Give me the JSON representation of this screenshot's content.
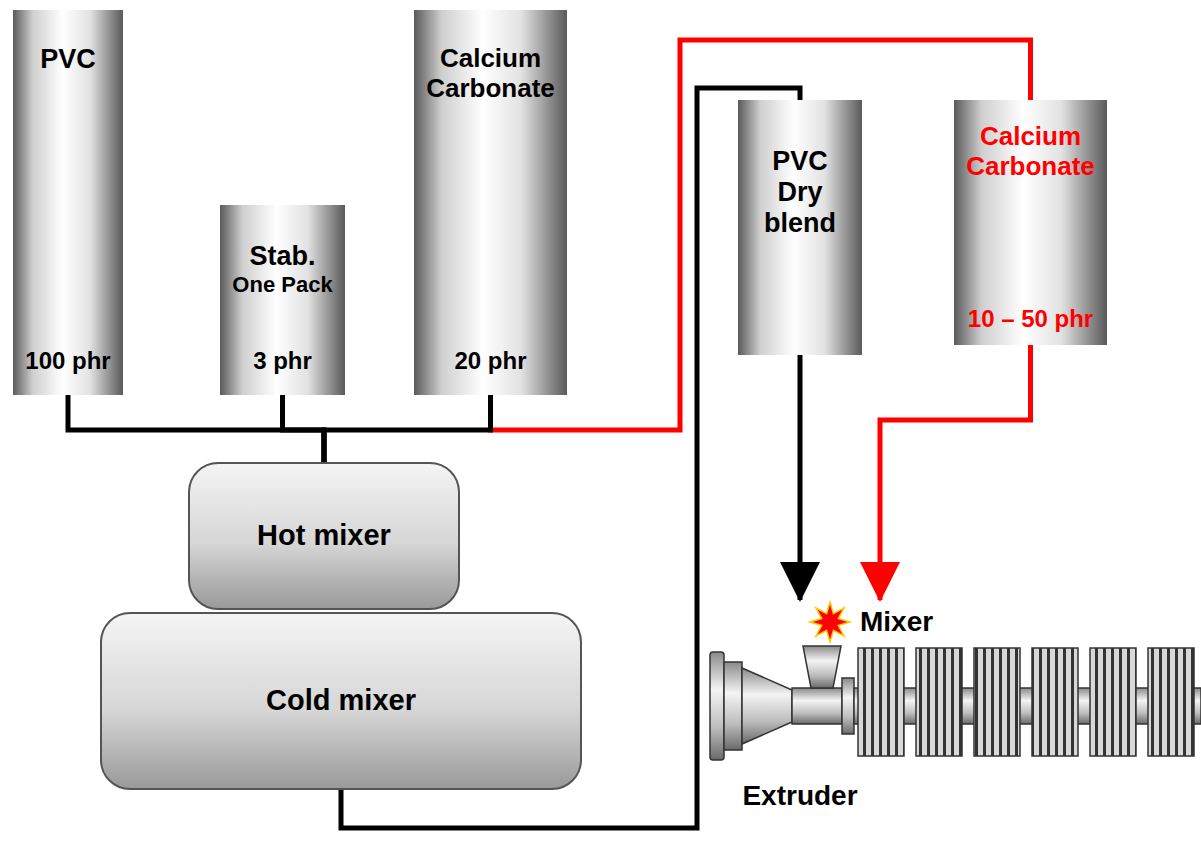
{
  "diagram": {
    "nodes": [
      {
        "text": [
          "PVC",
          "100 phr"
        ]
      },
      {
        "text": [
          "Stab.",
          "One Pack",
          "3 phr"
        ]
      },
      {
        "text": [
          "Calcium Carbonate",
          "20 phr"
        ]
      },
      {
        "text": [
          "Hot mixer"
        ]
      },
      {
        "text": [
          "Cold mixer"
        ]
      },
      {
        "text": [
          "PVC Dry blend"
        ]
      },
      {
        "text": [
          "Calcium Carbonate",
          "10 – 50 phr"
        ]
      },
      {
        "text": [
          "Mixer"
        ]
      }
    ],
    "edges": [
      {
        "from": 0,
        "to": 3,
        "arrow": "none"
      },
      {
        "from": 1,
        "to": 3,
        "arrow": "none"
      },
      {
        "from": 2,
        "to": 6,
        "arrow": "none"
      },
      {
        "from": 2,
        "to": 3,
        "arrow": "none"
      },
      {
        "from": 4,
        "to": 5,
        "arrow": "none"
      },
      {
        "from": 5,
        "to": 7,
        "arrow": "to"
      },
      {
        "from": 6,
        "to": 7,
        "arrow": "to"
      }
    ],
    "labels": [
      "Extruder"
    ]
  }
}
